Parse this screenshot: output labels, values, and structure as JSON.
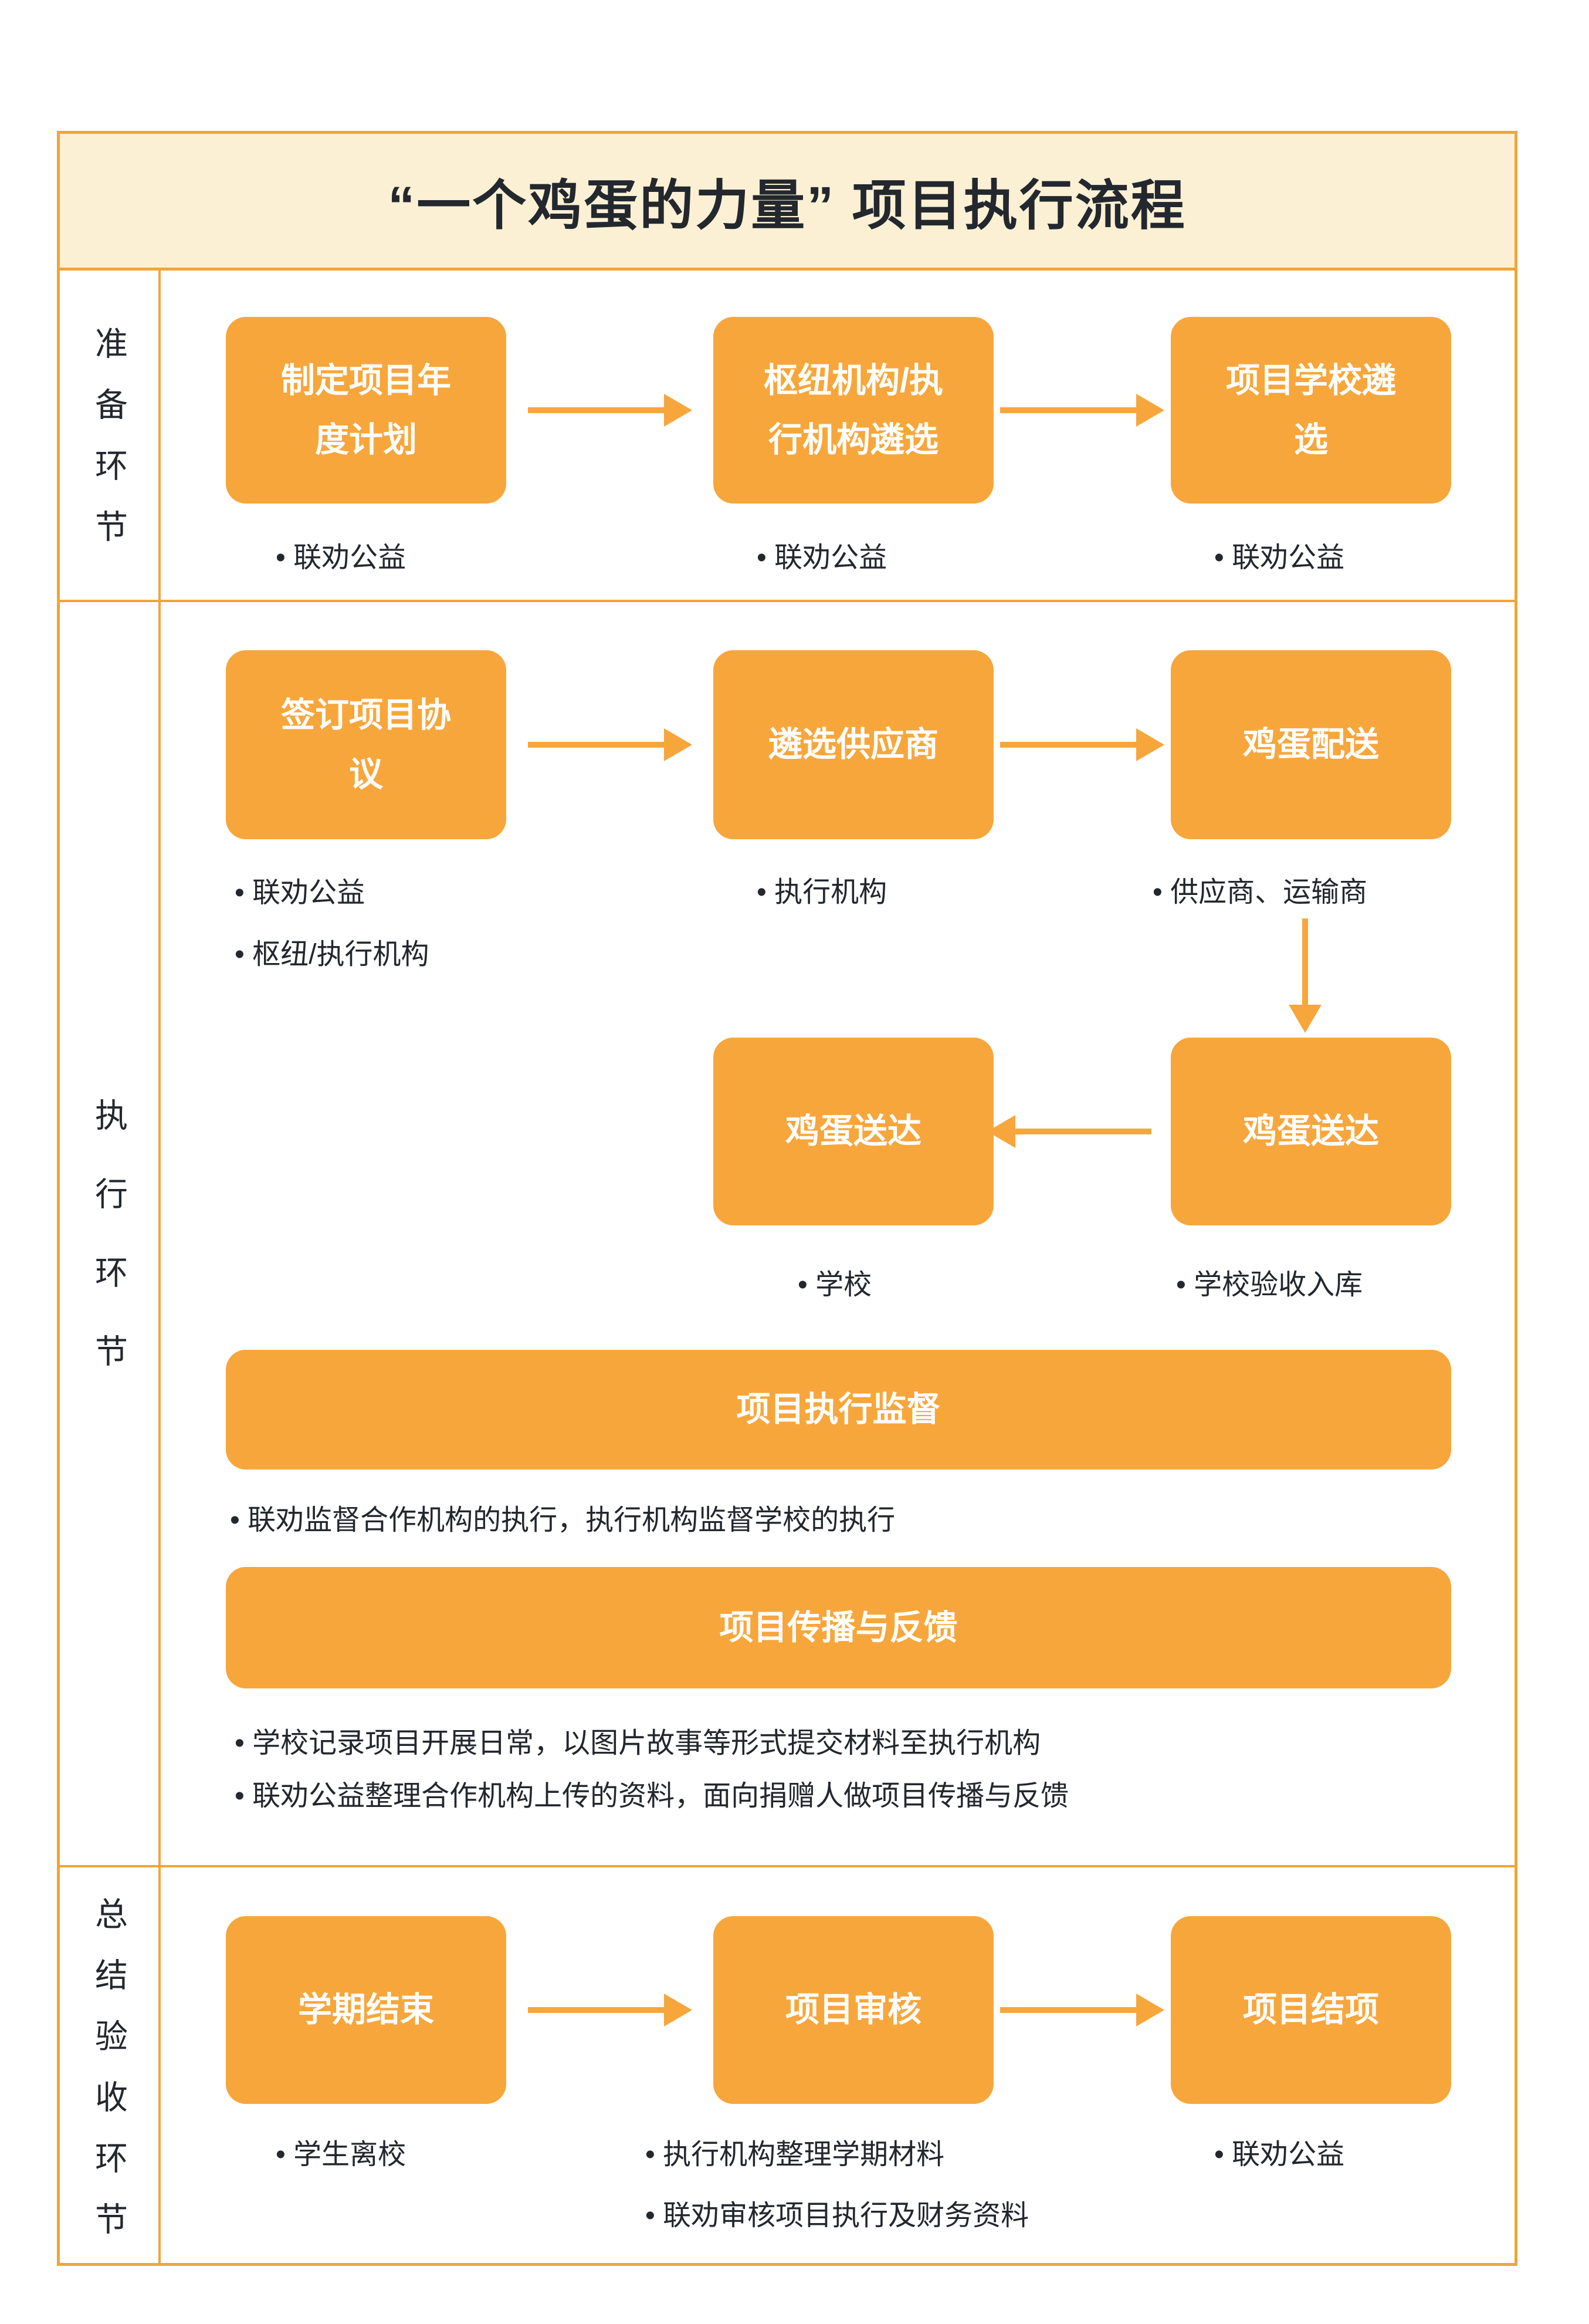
{
  "title": "“一个鸡蛋的力量” 项目执行流程",
  "colors": {
    "box_fill": "#F7A63C",
    "line": "#F2A437",
    "title_background": "#FBF0D3",
    "text_dark": "#23272E",
    "text_light": "#FFFFFF"
  },
  "sections": {
    "prep": {
      "label": "准备环节",
      "steps": [
        {
          "title": "制定项目年\n度计划",
          "bullets": [
            "• 联劝公益"
          ]
        },
        {
          "title": "枢纽机构/执\n行机构遴选",
          "bullets": [
            "• 联劝公益"
          ]
        },
        {
          "title": "项目学校遴\n选",
          "bullets": [
            "• 联劝公益"
          ]
        }
      ]
    },
    "exec": {
      "label": "执行环节",
      "row1": [
        {
          "title": "签订项目协\n议",
          "bullets": [
            "• 联劝公益",
            "• 枢纽/执行机构"
          ]
        },
        {
          "title": "遴选供应商",
          "bullets": [
            "• 执行机构"
          ]
        },
        {
          "title": "鸡蛋配送",
          "bullets": [
            "• 供应商、运输商"
          ]
        }
      ],
      "row2": [
        {
          "title": "鸡蛋送达",
          "bullets": [
            "• 学校"
          ]
        },
        {
          "title": "鸡蛋送达",
          "bullets": [
            "• 学校验收入库"
          ]
        }
      ],
      "band1": {
        "title": "项目执行监督",
        "bullets": [
          "• 联劝监督合作机构的执行，执行机构监督学校的执行"
        ]
      },
      "band2": {
        "title": "项目传播与反馈",
        "bullets": [
          "• 学校记录项目开展日常，以图片故事等形式提交材料至执行机构",
          "• 联劝公益整理合作机构上传的资料，面向捐赠人做项目传播与反馈"
        ]
      }
    },
    "final": {
      "label": "总结验收环节",
      "steps": [
        {
          "title": "学期结束",
          "bullets": [
            "• 学生离校"
          ]
        },
        {
          "title": "项目审核",
          "bullets": [
            "• 执行机构整理学期材料",
            "• 联劝审核项目执行及财务资料"
          ]
        },
        {
          "title": "项目结项",
          "bullets": [
            "• 联劝公益"
          ]
        }
      ]
    }
  }
}
